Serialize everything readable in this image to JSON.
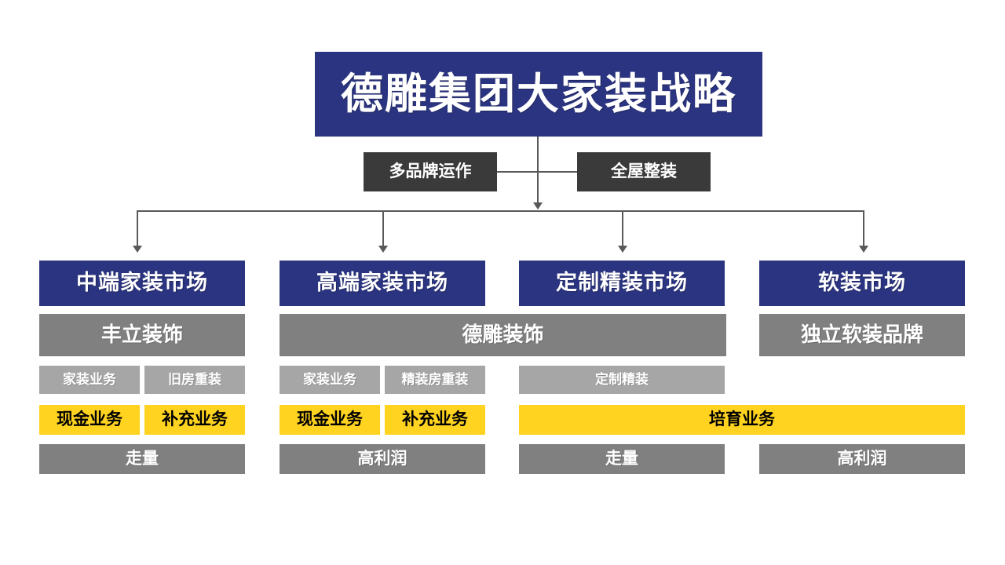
{
  "title": {
    "text": "德雕集团大家装战略",
    "bg": "#2B3480",
    "color": "#ffffff"
  },
  "strategy_pillars": [
    {
      "label": "多品牌运作"
    },
    {
      "label": "全屋整装"
    }
  ],
  "colors": {
    "blue": "#2B3480",
    "dark_gray": "#3A3A3A",
    "mid_gray": "#808080",
    "light_gray": "#A6A6A6",
    "yellow": "#FFD320",
    "line": "#595959",
    "background": "#ffffff"
  },
  "columns": [
    {
      "market": "中端家装市场",
      "brand": "丰立装饰",
      "businesses": [
        "家装业务",
        "旧房重装"
      ],
      "business_types": [
        "现金业务",
        "补充业务"
      ],
      "result": "走量"
    },
    {
      "market": "高端家装市场",
      "brand": "德雕装饰",
      "businesses": [
        "家装业务",
        "精装房重装"
      ],
      "business_types": [
        "现金业务",
        "补充业务"
      ],
      "result": "高利润"
    },
    {
      "market": "定制精装市场",
      "brand": "德雕装饰",
      "businesses": [
        "定制精装"
      ],
      "business_types": [
        "培育业务"
      ],
      "result": "走量"
    },
    {
      "market": "软装市场",
      "brand": "独立软装品牌",
      "businesses": [],
      "business_types": [
        "培育业务"
      ],
      "result": "高利润"
    }
  ],
  "merged": {
    "brand_span_2_3": "德雕装饰",
    "yellow_span_3_4": "培育业务"
  }
}
